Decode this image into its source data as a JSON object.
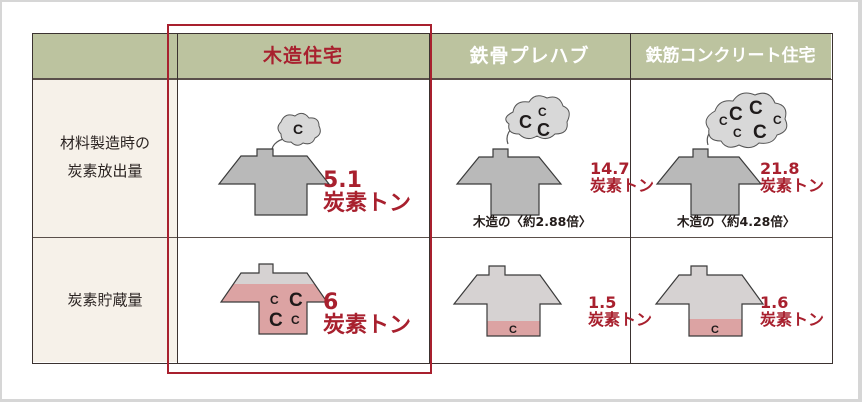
{
  "table": {
    "columns": [
      {
        "label": "",
        "highlighted": false
      },
      {
        "label": "木造住宅",
        "highlighted": true
      },
      {
        "label": "鉄骨プレハブ",
        "highlighted": false
      },
      {
        "label": "鉄筋コンクリート住宅",
        "highlighted": false
      }
    ],
    "rows": [
      {
        "label_lines": [
          "材料製造時の",
          "炭素放出量"
        ],
        "cells": [
          {
            "value": "5.1",
            "unit": "炭素トン",
            "cloud_c_count": 1,
            "ratio": ""
          },
          {
            "value": "14.7",
            "unit": "炭素トン",
            "cloud_c_count": 3,
            "ratio": "木造の〈約2.88倍〉"
          },
          {
            "value": "21.8",
            "unit": "炭素トン",
            "cloud_c_count": 6,
            "ratio": "木造の〈約4.28倍〉"
          }
        ]
      },
      {
        "label_lines": [
          "炭素貯蔵量"
        ],
        "cells": [
          {
            "value": "6",
            "unit": "炭素トン",
            "stored_c_count": 4,
            "fill_level": "high"
          },
          {
            "value": "1.5",
            "unit": "炭素トン",
            "stored_c_count": 1,
            "fill_level": "low"
          },
          {
            "value": "1.6",
            "unit": "炭素トン",
            "stored_c_count": 1,
            "fill_level": "low"
          }
        ]
      }
    ]
  },
  "icons": {
    "c_letter": "C"
  },
  "colors": {
    "header_bg": "#bcc39f",
    "label_bg": "#f6f1e9",
    "accent_red": "#a8202e",
    "house_gray": "#b9b9b9",
    "house_light": "#d6d2d2",
    "storage_pink": "#dca3a3",
    "cloud": "#d8d8d8"
  }
}
